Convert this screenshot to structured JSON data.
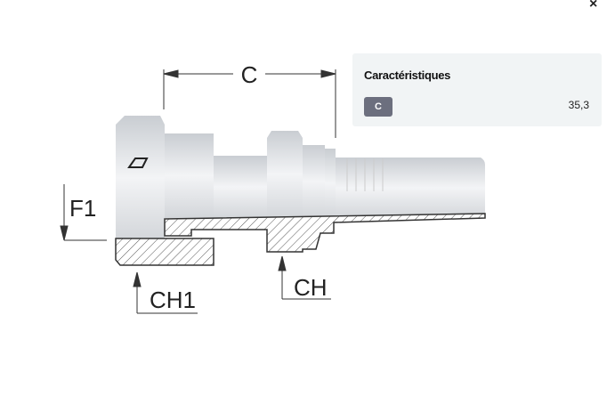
{
  "window": {
    "close_icon": "close-icon",
    "close_label": "×"
  },
  "drawing": {
    "dimension_labels": {
      "c": "C",
      "f1": "F1",
      "ch1": "CH1",
      "ch": "CH"
    }
  },
  "panel": {
    "title": "Caractéristiques",
    "rows": [
      {
        "label": "C",
        "value": "35,3"
      }
    ]
  },
  "colors": {
    "badge": "#6c6f7e",
    "panel_bg": "#f1f4f5"
  }
}
